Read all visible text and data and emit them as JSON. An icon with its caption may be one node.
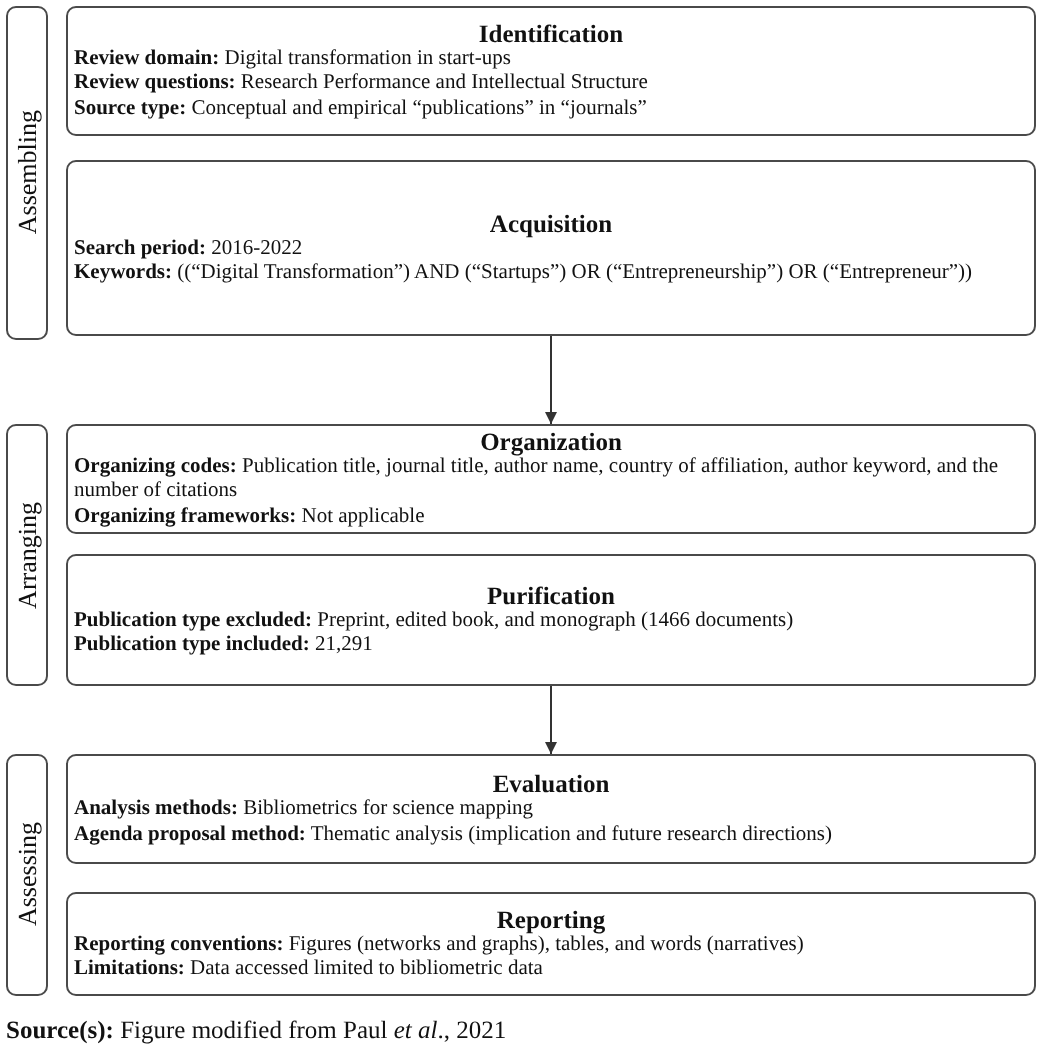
{
  "diagram": {
    "nodes": [
      {
        "text": [
          "Assembling"
        ]
      },
      {
        "text": [
          "Identification",
          "**Review domain:** Digital transformation in start-ups",
          "**Review questions:** Research Performance and Intellectual Structure",
          "**Source type:** Conceptual and empirical “publications” in “journals”"
        ]
      },
      {
        "text": [
          "Acquisition",
          "**Search period:** 2016-2022",
          "**Keywords:** ((“Digital Transformation”) AND (“Startups”) OR (“Entrepreneurship”) OR (“Entrepreneur”))"
        ]
      },
      {
        "text": [
          "Arranging"
        ]
      },
      {
        "text": [
          "Organization",
          "**Organizing codes:** Publication title, journal title, author name, country of affiliation, author keyword, and the number of citations",
          "**Organizing frameworks:** Not applicable"
        ]
      },
      {
        "text": [
          "Purification",
          "**Publication type excluded:** Preprint, edited book, and monograph (1466 documents)",
          "**Publication type included:** 21,291"
        ]
      },
      {
        "text": [
          "Assessing"
        ]
      },
      {
        "text": [
          "Evaluation",
          "**Analysis methods:** Bibliometrics for science mapping",
          "**Agenda proposal method:** Thematic analysis (implication and future research directions)"
        ]
      },
      {
        "text": [
          "Reporting",
          "**Reporting conventions:** Figures (networks and graphs), tables, and words (narratives)",
          "**Limitations:** Data accessed limited to bibliometric data"
        ]
      }
    ],
    "edges": [
      {
        "from": 2,
        "to": 4,
        "arrow": "to"
      },
      {
        "from": 5,
        "to": 7,
        "arrow": "to"
      }
    ],
    "caption": "**Source(s):** Figure modified from Paul *et al*., 2021"
  }
}
